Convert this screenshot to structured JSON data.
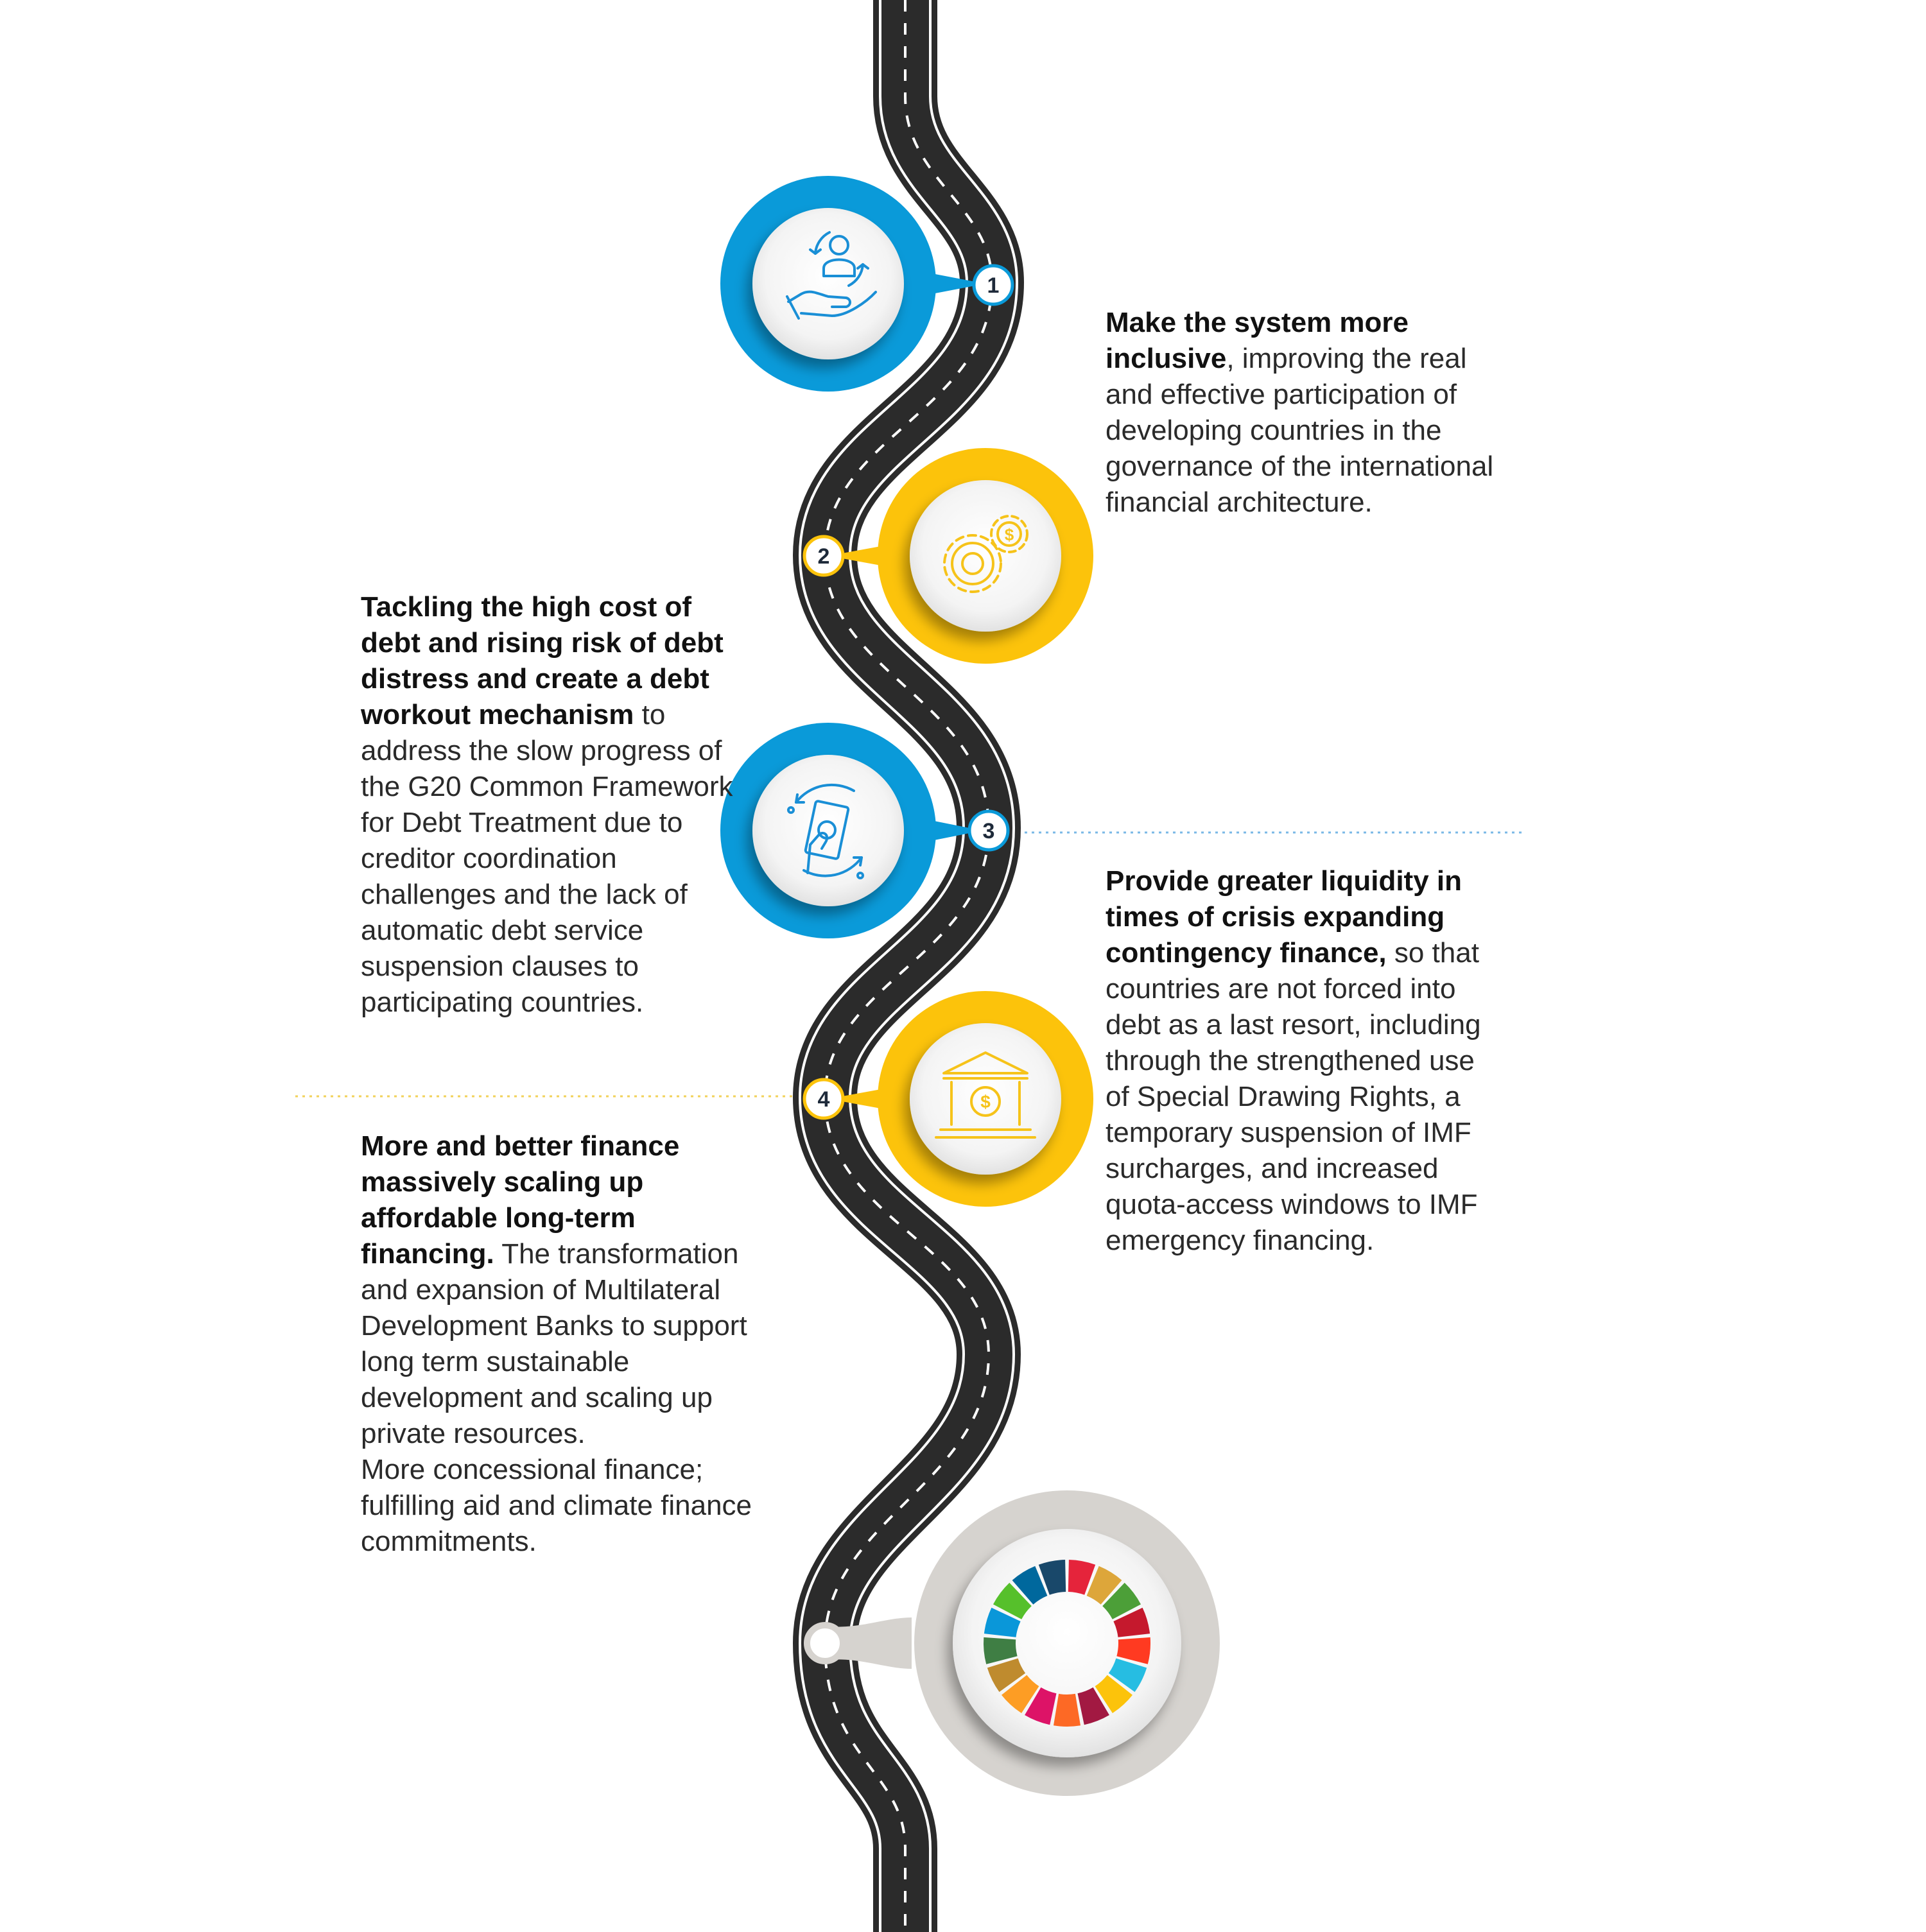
{
  "steps": [
    {
      "number": "1",
      "icon": "hand-person-cycle-icon",
      "accent": "#0a9ad9",
      "lead": "Make the system more inclusive",
      "text": ", improving the real and effective participation of developing countries in the governance of the international financial architecture."
    },
    {
      "number": "2",
      "icon": "gears-dollar-icon",
      "accent": "#fcc30b",
      "lead": "Tackling the high cost of debt and rising risk of debt distress and create a debt workout mechanism",
      "text": " to address the slow progress of the G20 Common Framework for Debt Treatment due to creditor coordination challenges and the lack of automatic debt service suspension clauses to participating countries."
    },
    {
      "number": "3",
      "icon": "hand-banknote-cycle-icon",
      "accent": "#0a9ad9",
      "lead": "Provide greater liquidity in times of crisis expanding contingency finance,",
      "text": " so that countries are not forced into debt as a last resort, including through the strengthened use of Special Drawing Rights, a temporary suspension of IMF surcharges, and increased quota-access windows to IMF emergency financing."
    },
    {
      "number": "4",
      "icon": "bank-dollar-icon",
      "accent": "#fcc30b",
      "lead": "More and better finance massively scaling up affordable long-term financing.",
      "text": " The transformation and expansion of Multilateral Development Banks to support long term sustainable development and scaling up private resources.",
      "extra": "More concessional finance; fulfilling aid and climate finance commitments."
    }
  ],
  "goal": {
    "icon": "sdg-wheel-icon",
    "accent": "#d6d3cf",
    "wheel_colors": [
      "#e5243b",
      "#dda63a",
      "#4c9f38",
      "#c5192d",
      "#ff3a21",
      "#26bde2",
      "#fcc30b",
      "#a21942",
      "#fd6925",
      "#dd1367",
      "#fd9d24",
      "#bf8b2e",
      "#3f7e44",
      "#0a97d9",
      "#56c02b",
      "#00689d",
      "#19486a"
    ]
  },
  "colors": {
    "road": "#2b2b2b",
    "road_edge": "#ffffff",
    "blue": "#0a9ad9",
    "yellow": "#fcc30b",
    "grey": "#d6d3cf",
    "icon_blue": "#1a8fd6",
    "icon_yellow": "#f6c31a"
  }
}
